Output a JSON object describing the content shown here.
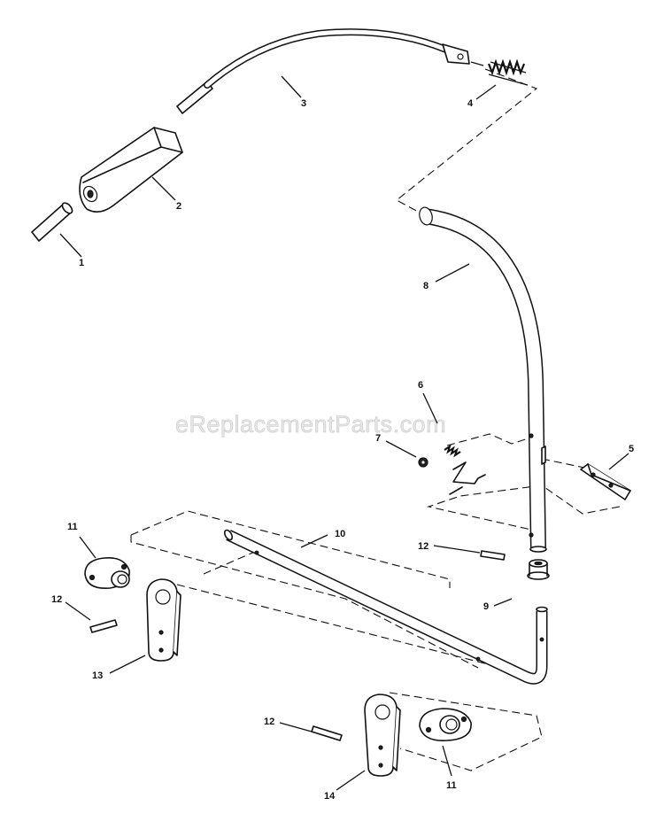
{
  "watermark": "eReplacementParts.com",
  "callouts": {
    "c1": "1",
    "c2": "2",
    "c3": "3",
    "c4": "4",
    "c5": "5",
    "c6": "6",
    "c7": "7",
    "c8": "8",
    "c9": "9",
    "c10": "10",
    "c11a": "11",
    "c11b": "11",
    "c12a": "12",
    "c12b": "12",
    "c12c": "12",
    "c13": "13",
    "c14": "14"
  }
}
